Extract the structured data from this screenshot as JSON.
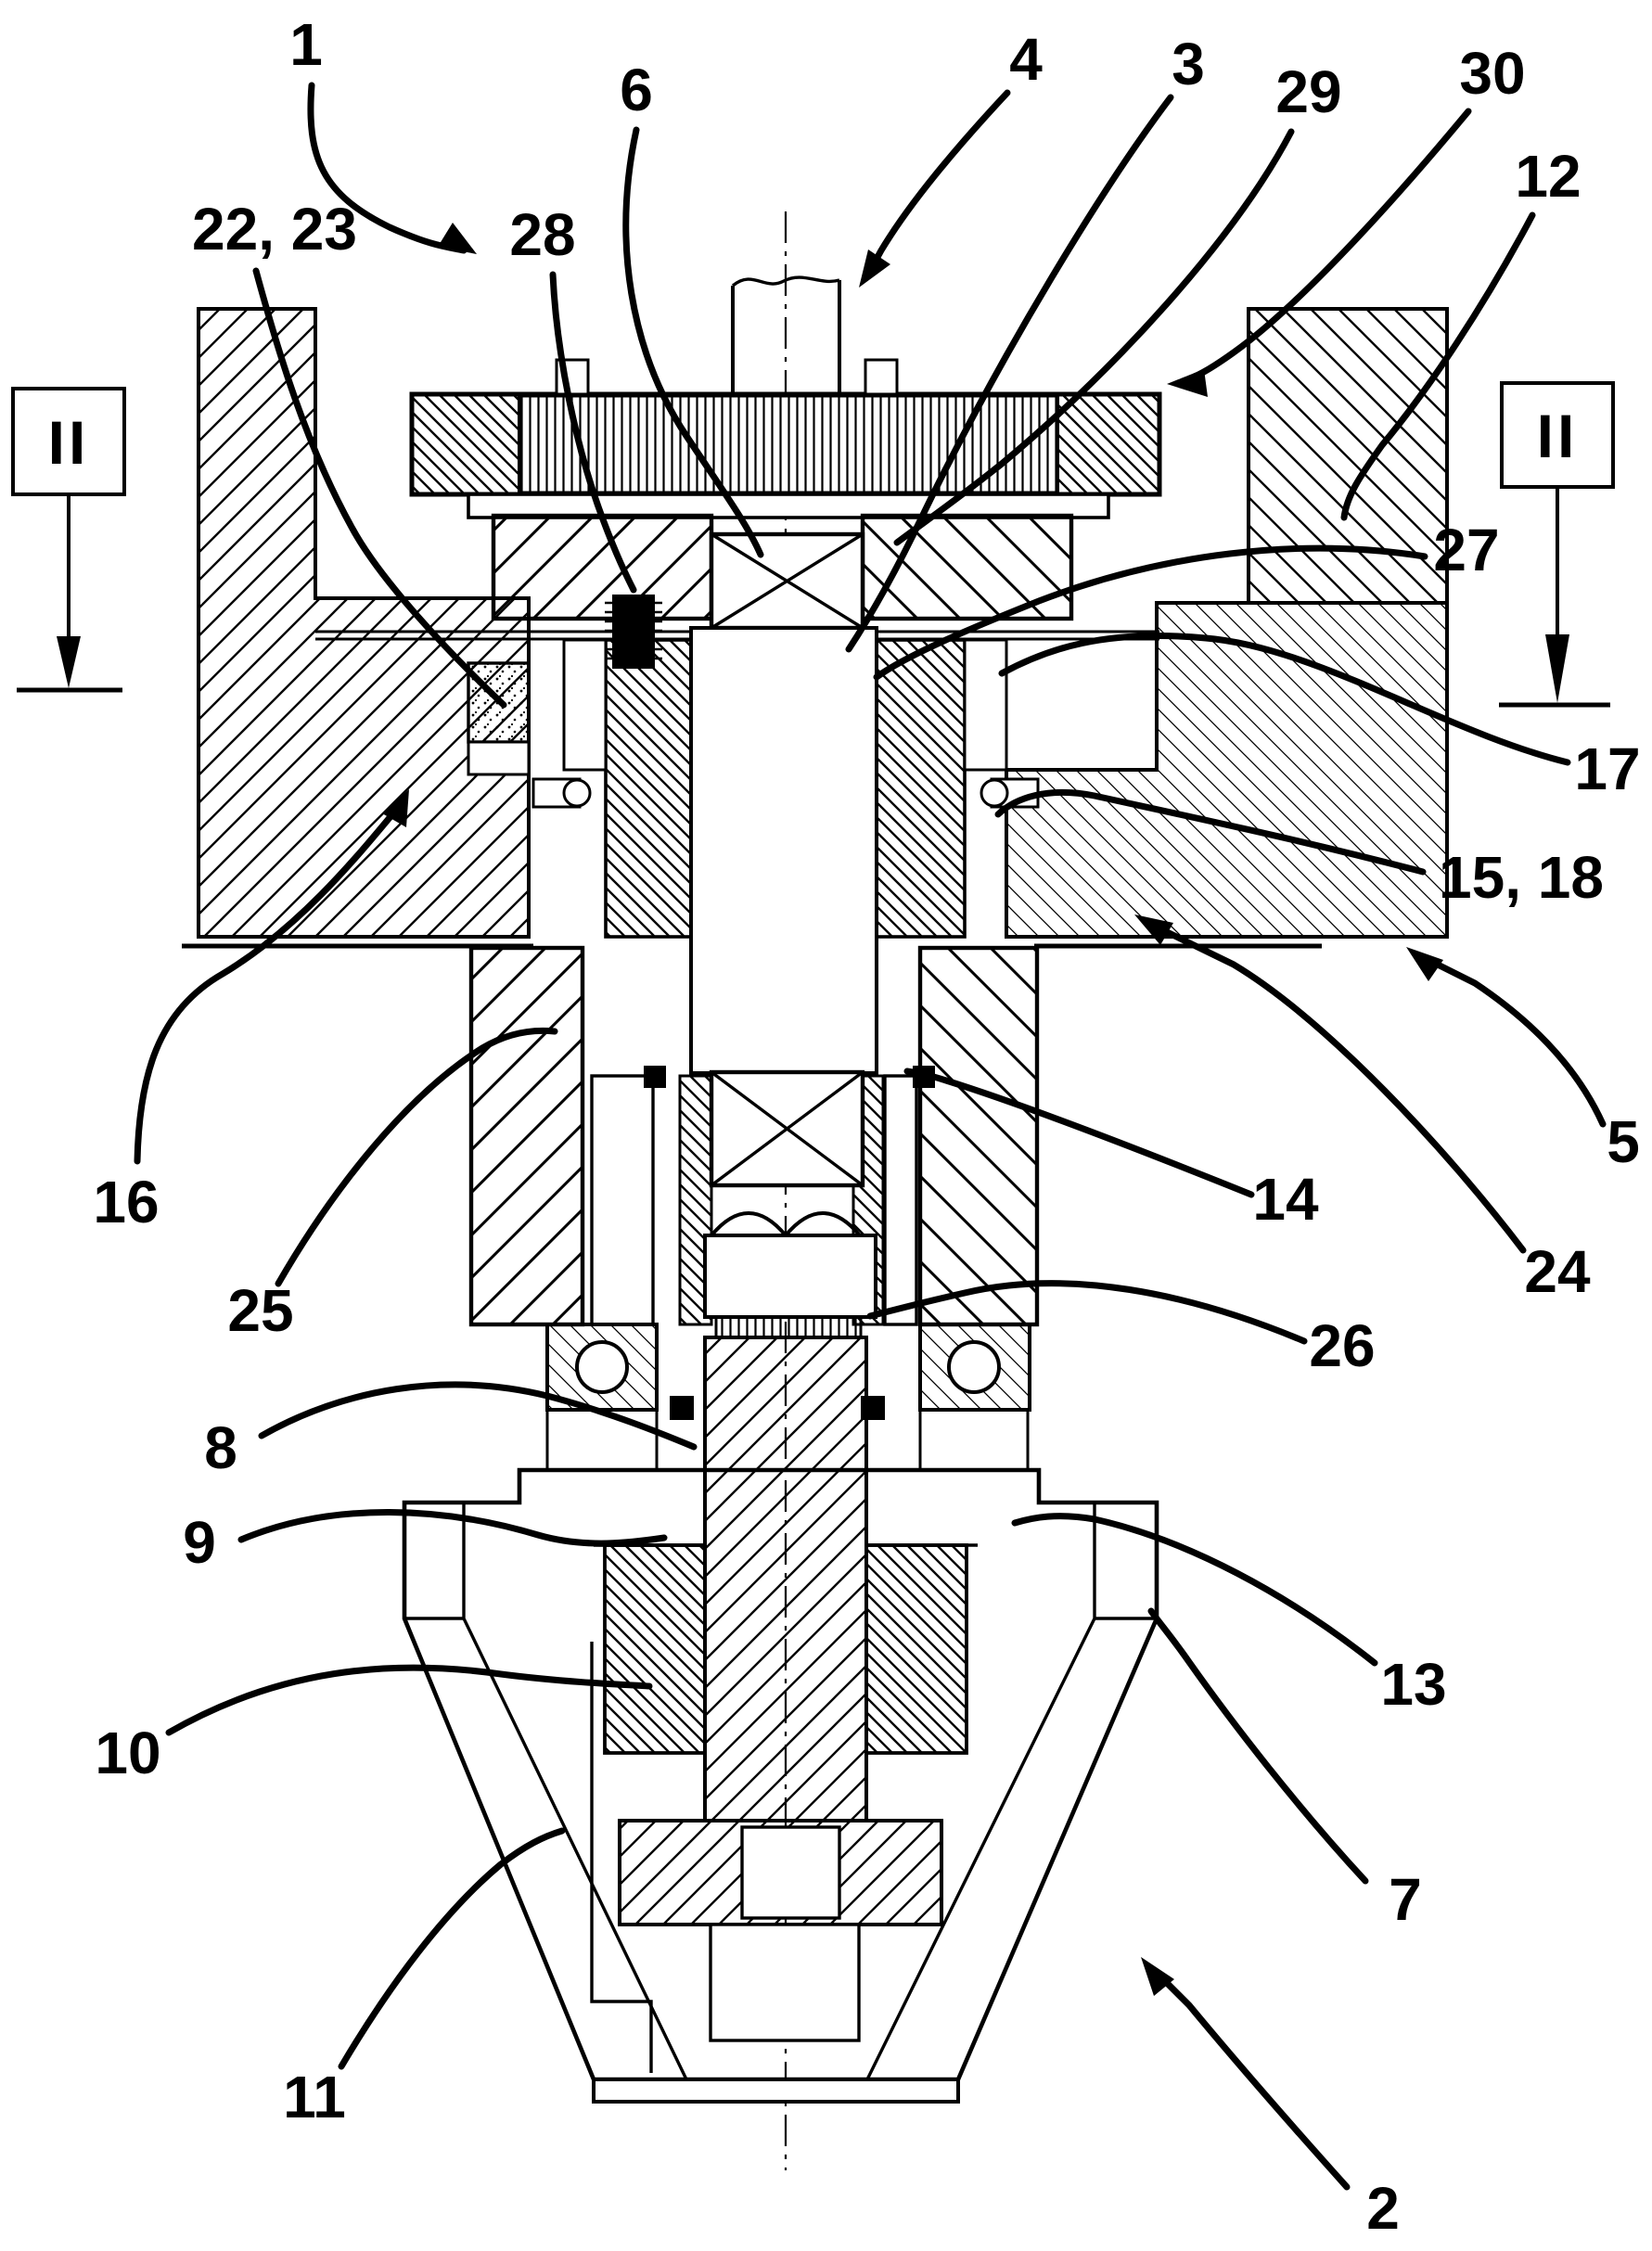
{
  "figure": {
    "kind": "patent-sectional-drawing",
    "background_color": "#ffffff",
    "ink_color": "#000000"
  },
  "section_markers": {
    "left": "II",
    "right": "II"
  },
  "labels": [
    {
      "id": "ref-1",
      "text": "1"
    },
    {
      "id": "ref-22-23",
      "text": "22, 23"
    },
    {
      "id": "ref-28",
      "text": "28"
    },
    {
      "id": "ref-6",
      "text": "6"
    },
    {
      "id": "ref-4",
      "text": "4"
    },
    {
      "id": "ref-3",
      "text": "3"
    },
    {
      "id": "ref-29",
      "text": "29"
    },
    {
      "id": "ref-30",
      "text": "30"
    },
    {
      "id": "ref-12",
      "text": "12"
    },
    {
      "id": "ref-27",
      "text": "27"
    },
    {
      "id": "ref-17",
      "text": "17"
    },
    {
      "id": "ref-15-18",
      "text": "15, 18"
    },
    {
      "id": "ref-5",
      "text": "5"
    },
    {
      "id": "ref-24",
      "text": "24"
    },
    {
      "id": "ref-14",
      "text": "14"
    },
    {
      "id": "ref-26",
      "text": "26"
    },
    {
      "id": "ref-16",
      "text": "16"
    },
    {
      "id": "ref-25",
      "text": "25"
    },
    {
      "id": "ref-8",
      "text": "8"
    },
    {
      "id": "ref-9",
      "text": "9"
    },
    {
      "id": "ref-10",
      "text": "10"
    },
    {
      "id": "ref-11",
      "text": "11"
    },
    {
      "id": "ref-13",
      "text": "13"
    },
    {
      "id": "ref-7",
      "text": "7"
    },
    {
      "id": "ref-2",
      "text": "2"
    }
  ]
}
